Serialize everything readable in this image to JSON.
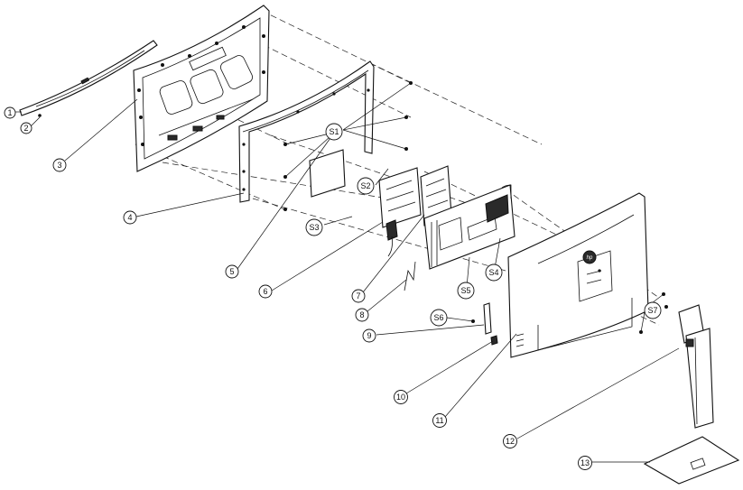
{
  "callouts": [
    {
      "label": "1"
    },
    {
      "label": "2"
    },
    {
      "label": "3"
    },
    {
      "label": "4"
    },
    {
      "label": "5"
    },
    {
      "label": "6"
    },
    {
      "label": "7"
    },
    {
      "label": "8"
    },
    {
      "label": "9"
    },
    {
      "label": "10"
    },
    {
      "label": "11"
    },
    {
      "label": "12"
    },
    {
      "label": "13"
    }
  ],
  "screw_callouts": [
    {
      "label": "S1"
    },
    {
      "label": "S2"
    },
    {
      "label": "S3"
    },
    {
      "label": "S4"
    },
    {
      "label": "S5"
    },
    {
      "label": "S6"
    },
    {
      "label": "S7"
    }
  ],
  "logo_text": "hp"
}
